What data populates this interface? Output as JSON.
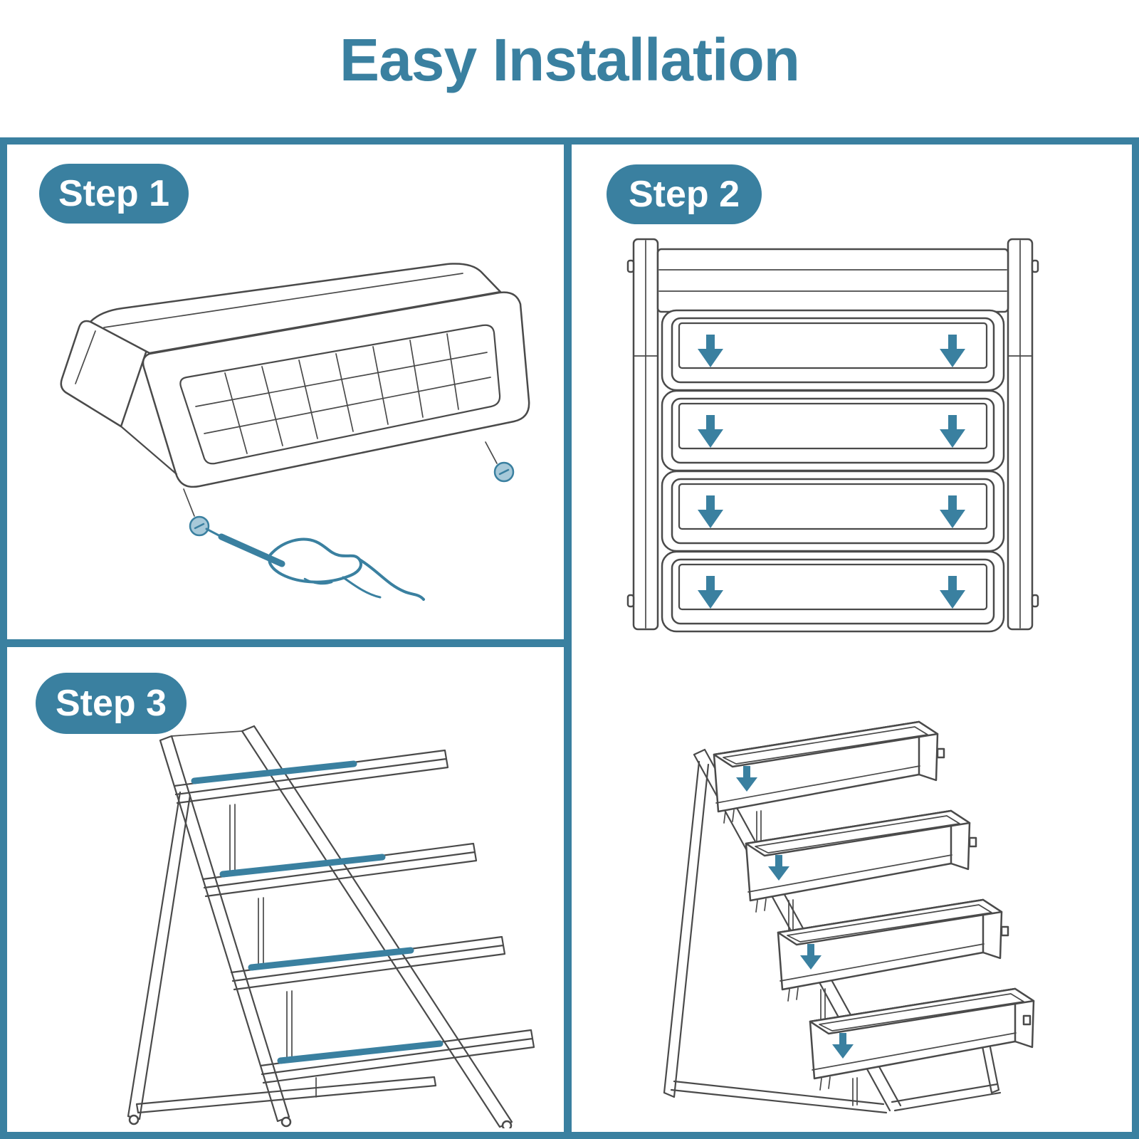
{
  "title": {
    "text": "Easy Installation"
  },
  "steps": [
    {
      "label": "Step 1"
    },
    {
      "label": "Step 2"
    },
    {
      "label": "Step 3"
    }
  ],
  "illustrations": {
    "step1_icon": "planter-box-underside-drainage-grid-screws-hand-screwdriver",
    "step2_icon": "frame-front-view-four-tray-slots-insert-arrows",
    "step3_icon": "a-frame-ladder-stand-tier-rails-highlighted",
    "result_icon": "assembled-four-tier-vertical-garden-planter"
  },
  "arrow_counts": {
    "step2_down_arrows": 8,
    "result_down_arrows": 4
  },
  "colors": {
    "accent": "#3a80a0",
    "line": "#4a4a4a",
    "background": "#ffffff",
    "label_text": "#ffffff"
  }
}
